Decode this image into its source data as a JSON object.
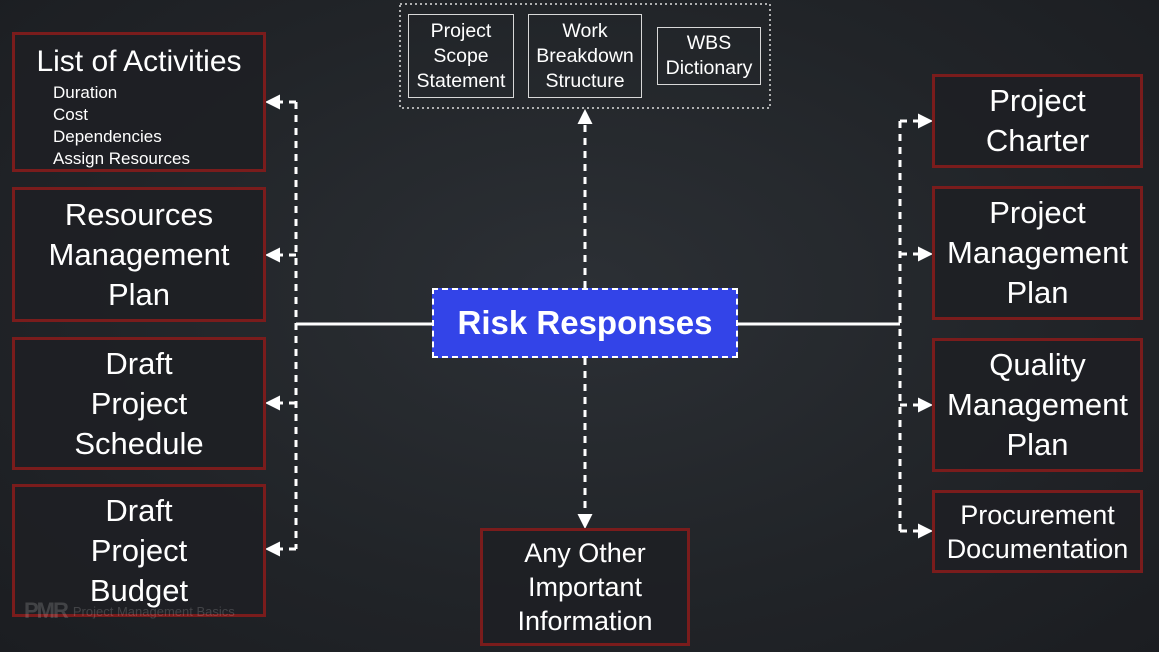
{
  "center": {
    "label": "Risk Responses"
  },
  "top_group": [
    "Project Scope Statement",
    "Work Breakdown Structure",
    "WBS Dictionary"
  ],
  "left_boxes": {
    "activities": {
      "title": "List of Activities",
      "items": [
        "Duration",
        "Cost",
        "Dependencies",
        "Assign Resources"
      ]
    },
    "resources": "Resources Management Plan",
    "schedule": "Draft Project Schedule",
    "budget": "Draft Project Budget"
  },
  "right_boxes": {
    "charter": "Project Charter",
    "pm_plan": "Project Management Plan",
    "quality": "Quality Management Plan",
    "procurement": "Procurement Documentation"
  },
  "bottom_box": "Any Other Important Information",
  "watermark": {
    "logo": "PMR",
    "text": "Project Management Basics"
  },
  "colors": {
    "background": "#212529",
    "center_fill": "#3344e8",
    "box_border": "#7a1c1c",
    "connector": "#ffffff"
  }
}
